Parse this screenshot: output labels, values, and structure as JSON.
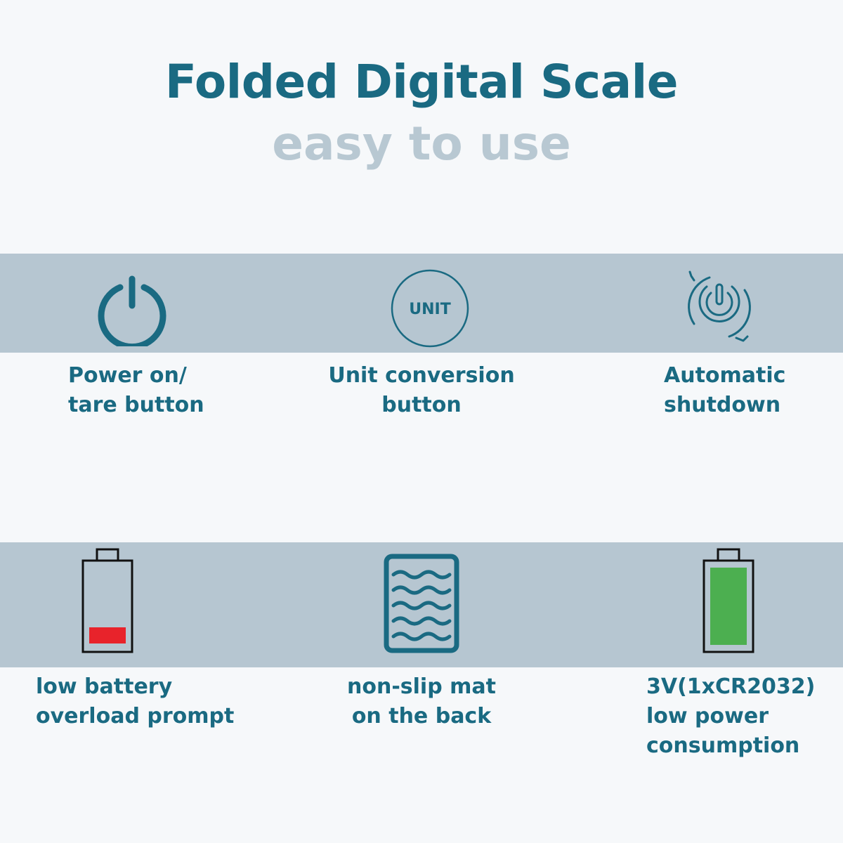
{
  "header": {
    "title": "Folded Digital Scale",
    "subtitle": "easy to use"
  },
  "colors": {
    "background": "#f6f8fa",
    "band": "#b6c6d1",
    "primary": "#1a6a82",
    "subtitle": "#b8c8d2",
    "battery_low": "#e8232b",
    "battery_full": "#4caf50"
  },
  "features": [
    {
      "icon": "power-icon",
      "lines": [
        "Power on/",
        "tare button"
      ]
    },
    {
      "icon": "unit-icon",
      "icon_text": "UNIT",
      "lines": [
        "Unit conversion",
        "button"
      ]
    },
    {
      "icon": "auto-shutdown-icon",
      "lines": [
        "Automatic",
        "shutdown"
      ]
    },
    {
      "icon": "low-battery-icon",
      "lines": [
        "low battery",
        "overload prompt"
      ]
    },
    {
      "icon": "non-slip-mat-icon",
      "lines": [
        "non-slip mat",
        "on the back"
      ]
    },
    {
      "icon": "full-battery-icon",
      "lines": [
        "3V(1xCR2032)",
        "low power",
        "consumption"
      ]
    }
  ]
}
